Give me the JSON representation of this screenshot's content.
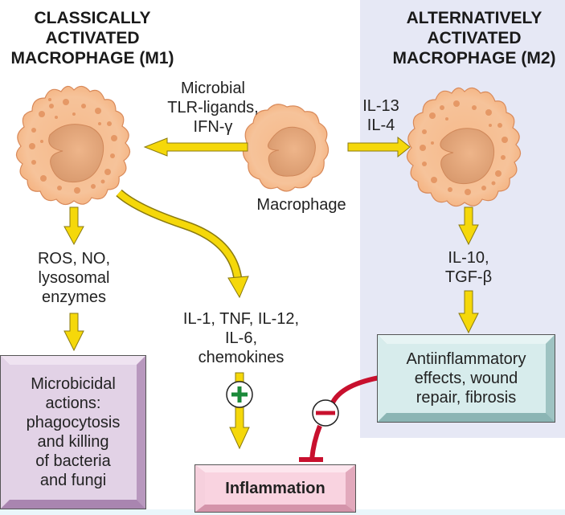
{
  "titles": {
    "m1": "CLASSICALLY ACTIVATED MACROPHAGE (M1)",
    "m1_lines": [
      "CLASSICALLY",
      "ACTIVATED",
      "MACROPHAGE (M1)"
    ],
    "m2_lines": [
      "ALTERNATIVELY",
      "ACTIVATED",
      "MACROPHAGE (M2)"
    ]
  },
  "stimuli": {
    "m1_lines": [
      "Microbial",
      "TLR-ligands,",
      "IFN-γ"
    ],
    "m2_lines": [
      "IL-13",
      "IL-4"
    ]
  },
  "center_cell_label": "Macrophage",
  "m1_products": {
    "ros_lines": [
      "ROS, NO,",
      "lysosomal",
      "enzymes"
    ],
    "cytokine_lines": [
      "IL-1, TNF, IL-12,",
      "IL-6,",
      "chemokines"
    ]
  },
  "m2_products": {
    "lines": [
      "IL-10,",
      "TGF-β"
    ]
  },
  "boxes": {
    "microbicidal_lines": [
      "Microbicidal",
      "actions:",
      "phagocytosis",
      "and killing",
      "of bacteria",
      "and fungi"
    ],
    "inflammation": "Inflammation",
    "antiinflammatory_lines": [
      "Antiinflammatory",
      "effects, wound",
      "repair, fibrosis"
    ]
  },
  "signs": {
    "stimulate": "+",
    "inhibit": "−"
  },
  "colors": {
    "arrow_yellow": "#f5d80a",
    "inhibit_red": "#c8102e",
    "plus_green": "#1b8a3a",
    "m2_panel": "#e6e8f5",
    "microbicidal_box": "#e2d2e6",
    "inflammation_box": "#f9d3e0",
    "antiinflammatory_box": "#d7ecec"
  }
}
